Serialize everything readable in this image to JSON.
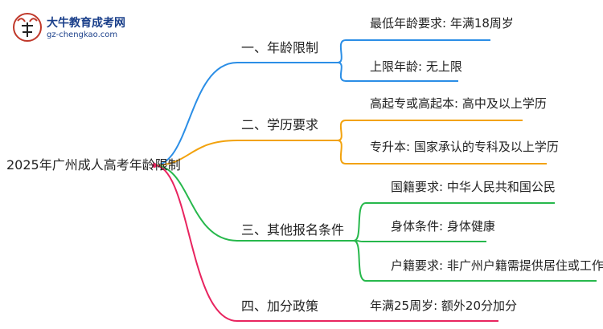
{
  "logo": {
    "name": "大牛教育成考网",
    "url": "gz-chengkao.com",
    "mark_icon": "ox-head-logo-icon"
  },
  "root": "2025年广州成人高考年龄限制",
  "branches": [
    {
      "label": "一、年龄限制",
      "color": "#2b8ee6",
      "leaves": [
        "最低年龄要求: 年满18周岁",
        "上限年龄: 无上限"
      ]
    },
    {
      "label": "二、学历要求",
      "color": "#f2a20d",
      "leaves": [
        "高起专或高起本: 高中及以上学历",
        "专升本: 国家承认的专科及以上学历"
      ]
    },
    {
      "label": "三、其他报名条件",
      "color": "#27b84c",
      "leaves": [
        "国籍要求: 中华人民共和国公民",
        "身体条件: 身体健康",
        "户籍要求: 非广州户籍需提供居住或工作证明"
      ]
    },
    {
      "label": "四、加分政策",
      "color": "#e8245f",
      "leaves": [
        "年满25周岁: 额外20分加分"
      ]
    }
  ]
}
